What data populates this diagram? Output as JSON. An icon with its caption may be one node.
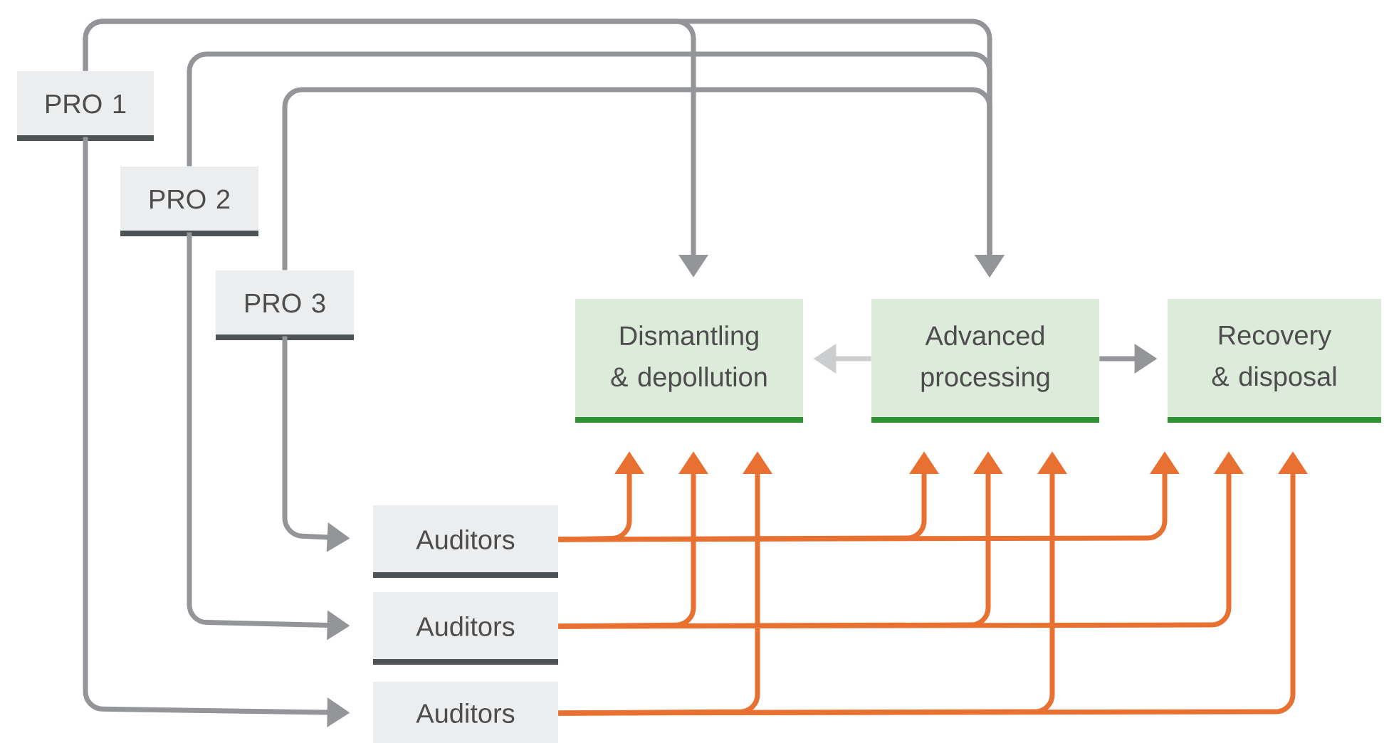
{
  "diagram": {
    "nodes": [
      {
        "text": [
          "PRO 1"
        ]
      },
      {
        "text": [
          "PRO 2"
        ]
      },
      {
        "text": [
          "PRO 3"
        ]
      },
      {
        "text": [
          "Dismantling & depollution"
        ]
      },
      {
        "text": [
          "Advanced processing"
        ]
      },
      {
        "text": [
          "Recovery & disposal"
        ]
      },
      {
        "text": [
          "Auditors"
        ]
      },
      {
        "text": [
          "Auditors"
        ]
      },
      {
        "text": [
          "Auditors"
        ]
      }
    ],
    "edges": [
      {
        "from": 0,
        "to": 3,
        "arrow": "to",
        "color": "#939598"
      },
      {
        "from": 0,
        "to": 4,
        "arrow": "to",
        "color": "#939598"
      },
      {
        "from": 1,
        "to": 4,
        "arrow": "to",
        "color": "#939598"
      },
      {
        "from": 2,
        "to": 4,
        "arrow": "to",
        "color": "#939598"
      },
      {
        "from": 0,
        "to": 8,
        "arrow": "to",
        "color": "#939598"
      },
      {
        "from": 1,
        "to": 7,
        "arrow": "to",
        "color": "#939598"
      },
      {
        "from": 2,
        "to": 6,
        "arrow": "to",
        "color": "#939598"
      },
      {
        "from": 4,
        "to": 3,
        "arrow": "to",
        "color": "#cbcdcf"
      },
      {
        "from": 4,
        "to": 5,
        "arrow": "to",
        "color": "#939598"
      },
      {
        "from": 6,
        "to": 3,
        "arrow": "to",
        "color": "#e87131"
      },
      {
        "from": 6,
        "to": 4,
        "arrow": "to",
        "color": "#e87131"
      },
      {
        "from": 6,
        "to": 5,
        "arrow": "to",
        "color": "#e87131"
      },
      {
        "from": 7,
        "to": 3,
        "arrow": "to",
        "color": "#e87131"
      },
      {
        "from": 7,
        "to": 4,
        "arrow": "to",
        "color": "#e87131"
      },
      {
        "from": 7,
        "to": 5,
        "arrow": "to",
        "color": "#e87131"
      },
      {
        "from": 8,
        "to": 3,
        "arrow": "to",
        "color": "#e87131"
      },
      {
        "from": 8,
        "to": 4,
        "arrow": "to",
        "color": "#e87131"
      },
      {
        "from": 8,
        "to": 5,
        "arrow": "to",
        "color": "#e87131"
      }
    ]
  }
}
